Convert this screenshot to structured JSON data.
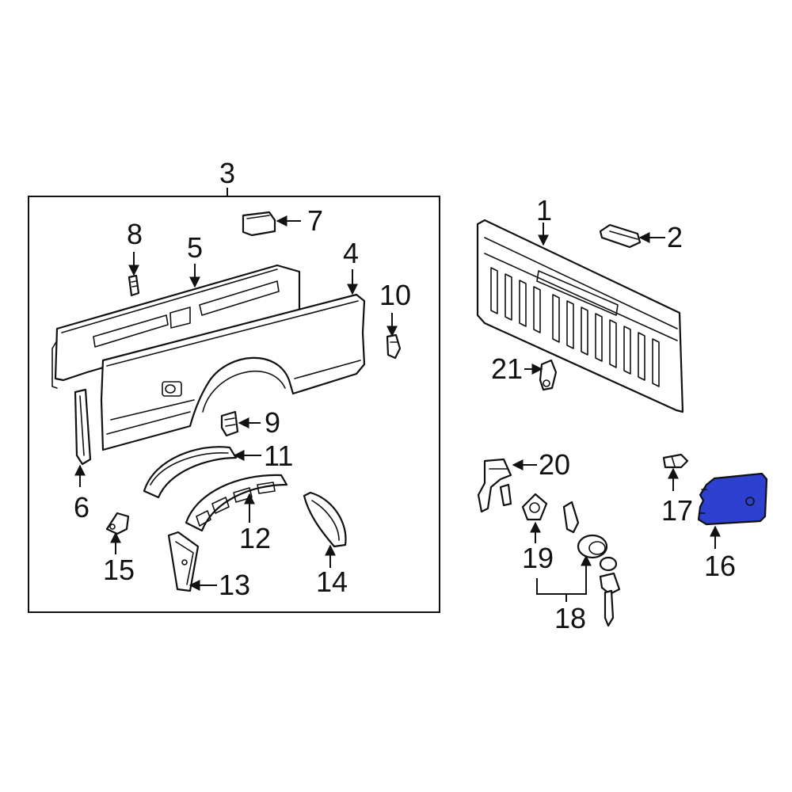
{
  "callouts": {
    "c1": "1",
    "c2": "2",
    "c3": "3",
    "c4": "4",
    "c5": "5",
    "c6": "6",
    "c7": "7",
    "c8": "8",
    "c9": "9",
    "c10": "10",
    "c11": "11",
    "c12": "12",
    "c13": "13",
    "c14": "14",
    "c15": "15",
    "c16": "16",
    "c17": "17",
    "c18": "18",
    "c19": "19",
    "c20": "20",
    "c21": "21"
  },
  "colors": {
    "highlight": "#2d40cf",
    "line": "#111111",
    "background": "#ffffff"
  }
}
